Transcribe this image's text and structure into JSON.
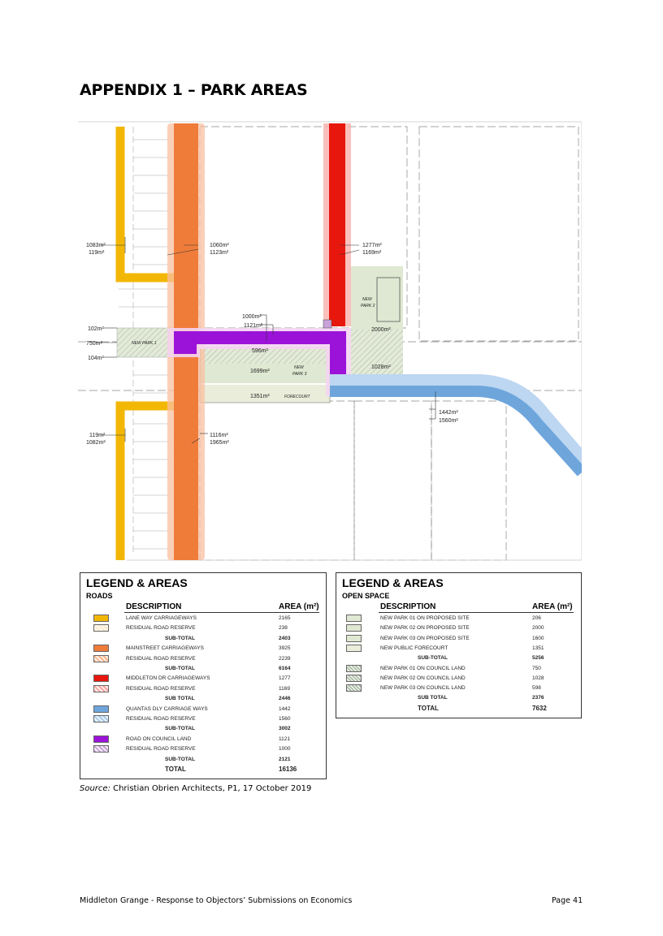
{
  "heading": "APPENDIX 1 – PARK AREAS",
  "plan": {
    "area_labels": {
      "l_1083": "1083m²",
      "l_119a": "119m²",
      "l_1060": "1060m²",
      "l_1123": "1123m²",
      "l_1277": "1277m²",
      "l_1169": "1169m²",
      "l_1000": "1000m²",
      "l_1121": "1121m²",
      "l_102": "102m²",
      "l_750": "750m²",
      "l_104": "104m²",
      "l_596": "596m²",
      "l_1699": "1699m²",
      "l_1351": "1351m²",
      "l_2000": "2000m²",
      "l_1028": "1028m²",
      "l_1442": "1442m²",
      "l_1560": "1560m²",
      "l_119b": "119m²",
      "l_1082": "1082m²",
      "l_1116": "1116m²",
      "l_1965": "1965m²"
    },
    "park_labels": {
      "park1": "NEW PARK 1",
      "park2a": "NEW",
      "park2b": "PARK 2",
      "park3a": "NEW",
      "park3b": "PARK 3",
      "forecourt": "FORECOURT"
    }
  },
  "legend_roads": {
    "title": "LEGEND & AREAS",
    "subtitle": "ROADS",
    "col_desc": "DESCRIPTION",
    "col_area": "AREA (m²)",
    "rows": [
      {
        "desc": "LANE WAY CARRIAGEWAYS",
        "area": "2165",
        "swatch": "#f2b705"
      },
      {
        "desc": "RESIDUAL ROAD RESERVE",
        "area": "238",
        "swatch": "cream"
      },
      {
        "desc": "SUB-TOTAL",
        "area": "2403"
      },
      {
        "desc": "MAINSTREET CARRIAGEWAYS",
        "area": "3925",
        "swatch": "#f07c3a"
      },
      {
        "desc": "RESIDUAL ROAD RESERVE",
        "area": "2239",
        "swatch": "orange"
      },
      {
        "desc": "SUB-TOTAL",
        "area": "6164"
      },
      {
        "desc": "MIDDLETON DR CARRIAGEWAYS",
        "area": "1277",
        "swatch": "#e8170d"
      },
      {
        "desc": "RESIDUAL ROAD RESERVE",
        "area": "1169",
        "swatch": "red"
      },
      {
        "desc": "SUB TOTAL",
        "area": "2446"
      },
      {
        "desc": "QUANTAS DLY CARRIAGE WAYS",
        "area": "1442",
        "swatch": "#6ea6dc"
      },
      {
        "desc": "RESIDUAL ROAD RESERVE",
        "area": "1560",
        "swatch": "blue"
      },
      {
        "desc": "SUB-TOTAL",
        "area": "3002"
      },
      {
        "desc": "ROAD ON COUNCIL LAND",
        "area": "1121",
        "swatch": "#9b12d9"
      },
      {
        "desc": "RESIDUAL ROAD RESERVE",
        "area": "1000",
        "swatch": "purple"
      },
      {
        "desc": "SUB-TOTAL",
        "area": "2121"
      },
      {
        "desc": "TOTAL",
        "area": "16136"
      }
    ]
  },
  "legend_open": {
    "title": "LEGEND & AREAS",
    "subtitle": "OPEN SPACE",
    "col_desc": "DESCRIPTION",
    "col_area": "AREA (m²)",
    "rows": [
      {
        "desc": "NEW PARK 01 ON PROPOSED SITE",
        "area": "206",
        "swatch": "#dfe8d2"
      },
      {
        "desc": "NEW PARK 02 ON PROPOSED SITE",
        "area": "2000",
        "swatch": "#dfe8d2"
      },
      {
        "desc": "NEW PARK 03 ON PROPOSED SITE",
        "area": "1600",
        "swatch": "#dfe8d2"
      },
      {
        "desc": "NEW PUBLIC FORECOURT",
        "area": "1351",
        "swatch": "#e9edd9"
      },
      {
        "desc": "SUB-TOTAL",
        "area": "5256"
      },
      {
        "desc": "NEW PARK 01 ON COUNCIL LAND",
        "area": "750",
        "swatch": "grey"
      },
      {
        "desc": "NEW PARK 02 ON COUNCIL LAND",
        "area": "1028",
        "swatch": "grey"
      },
      {
        "desc": "NEW PARK 03 ON COUNCIL LAND",
        "area": "598",
        "swatch": "grey"
      },
      {
        "desc": "SUB TOTAL",
        "area": "2376"
      },
      {
        "desc": "TOTAL",
        "area": "7632"
      }
    ]
  },
  "source": {
    "prefix": "Source:",
    "text": " Christian Obrien Architects, P1, 17 October 2019"
  },
  "footer": {
    "left": "Middleton Grange - Response to Objectors’ Submissions on Economics",
    "right": "Page 41"
  }
}
